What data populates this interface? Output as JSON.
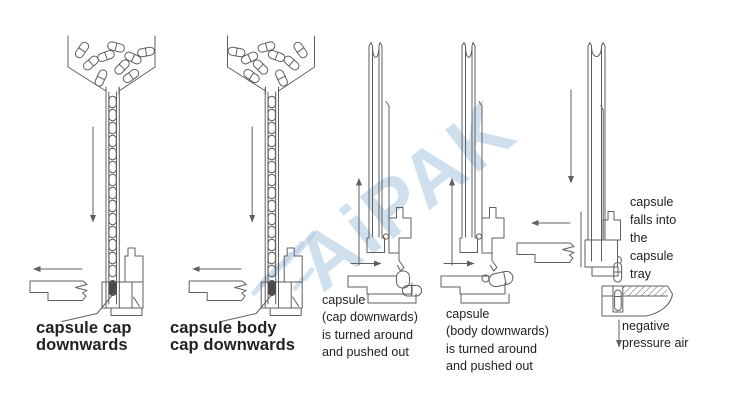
{
  "watermark": {
    "text": "AiPAK"
  },
  "captions": {
    "stage1": [
      "capsule cap",
      "downwards"
    ],
    "stage2": [
      "capsule body",
      "cap downwards"
    ],
    "stage3": [
      "capsule",
      "(cap downwards)",
      "is turned around",
      "and pushed out"
    ],
    "stage4": [
      "capsule",
      "(body downwards)",
      "is turned around",
      "and pushed out"
    ],
    "stage5": [
      "capsule",
      "falls into",
      "the",
      "capsule",
      "tray"
    ],
    "stage5_air": [
      "negative",
      "pressure air"
    ]
  },
  "colors": {
    "line": "#5f5f5f",
    "text": "#222222",
    "watermark": "#a3c4e0"
  }
}
